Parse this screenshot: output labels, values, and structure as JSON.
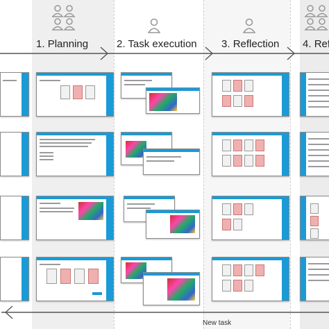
{
  "phases": [
    {
      "number": "1.",
      "label": "Planning",
      "icon": "group-of-people-icon"
    },
    {
      "number": "2.",
      "label": "Task execution",
      "icon": "person-icon"
    },
    {
      "number": "3.",
      "label": "Reflection",
      "icon": "person-icon"
    },
    {
      "number": "4.",
      "label": "Ref",
      "icon": "group-of-people-icon"
    }
  ],
  "loop_label": "New task",
  "colors": {
    "accent": "#1a9ad6",
    "flow": "#555555",
    "card_red": "#f0b0b0",
    "column_shade": "#eeeeee"
  }
}
